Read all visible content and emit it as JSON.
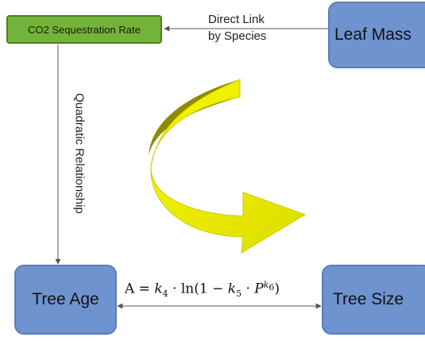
{
  "nodes": {
    "sequestration": "CO2 Sequestration Rate",
    "leaf_mass": "Leaf Mass",
    "tree_age": "Tree Age",
    "tree_size": "Tree Size"
  },
  "edges": {
    "direct_link_line1": "Direct Link",
    "direct_link_line2": "by Species",
    "quadratic": "Quadratic Relationship"
  },
  "formula": {
    "lhs": "A",
    "eq": " = ",
    "k4": "k",
    "k4_sub": "4",
    "dot1": " · ln(1 − ",
    "k5": "k",
    "k5_sub": "5",
    "dot2": " · ",
    "p": "P",
    "exp_k": "k",
    "exp_sub": "6",
    "close": ")"
  },
  "colors": {
    "green_node": "#74b33a",
    "blue_node": "#6f93cf",
    "arrow_yellow": "#f2f200",
    "arrow_shadow": "#8f8a00"
  }
}
